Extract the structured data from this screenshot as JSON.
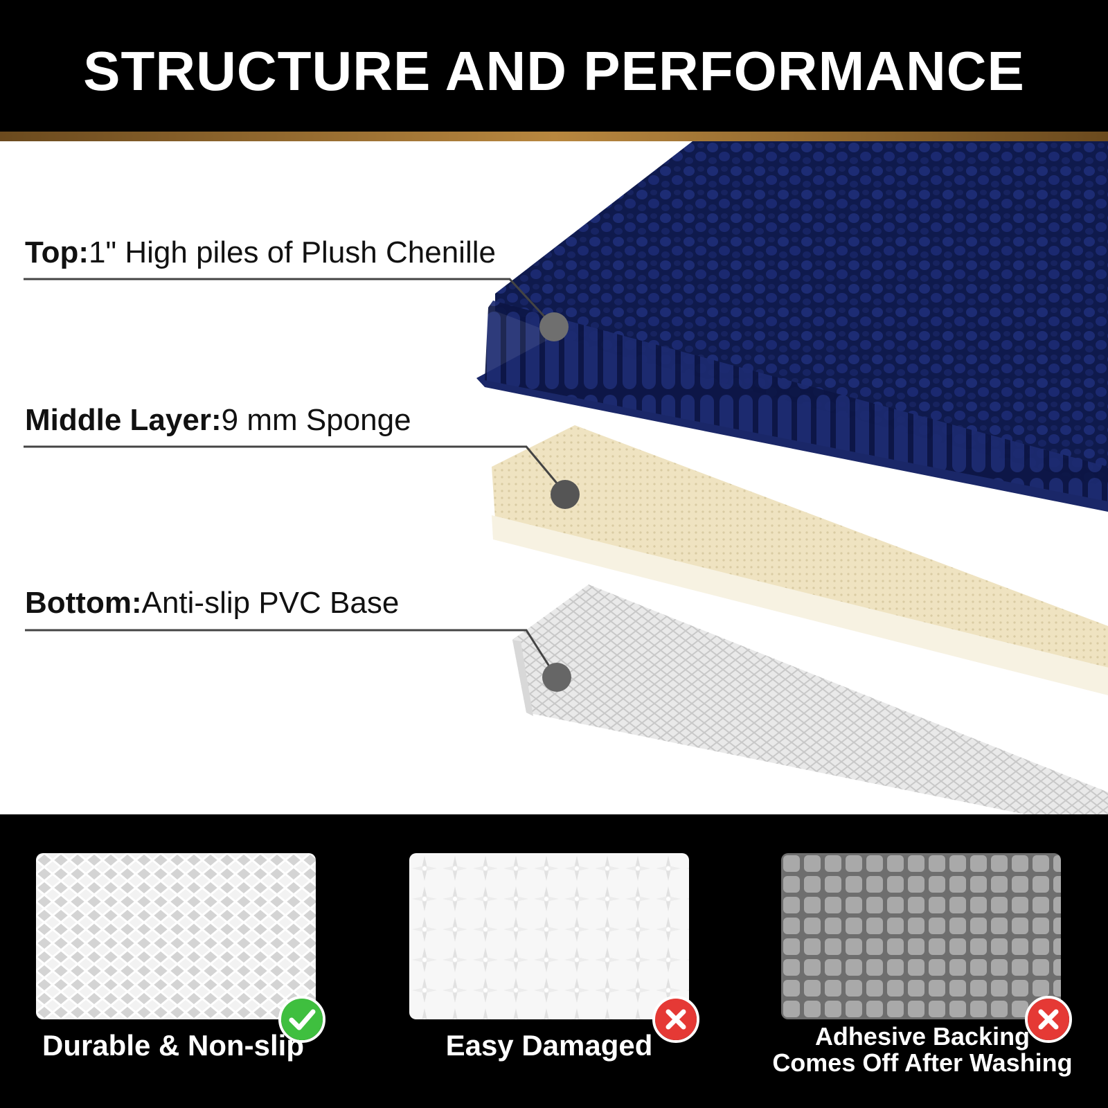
{
  "header": {
    "title": "STRUCTURE AND PERFORMANCE"
  },
  "layers": [
    {
      "bold": "Top:",
      "text": "1\" High piles of Plush Chenille"
    },
    {
      "bold": "Middle Layer:",
      "text": "9 mm Sponge"
    },
    {
      "bold": "Bottom:",
      "text": "Anti-slip PVC Base"
    }
  ],
  "comparisons": [
    {
      "caption_lines": [
        "Durable & Non-slip"
      ],
      "badge_icon": "check-icon",
      "badge_color": "#3fbf3f"
    },
    {
      "caption_lines": [
        "Easy Damaged"
      ],
      "badge_icon": "cross-icon",
      "badge_color": "#e53935"
    },
    {
      "caption_lines": [
        "Adhesive Backing",
        "Comes Off After Washing"
      ],
      "badge_icon": "cross-icon",
      "badge_color": "#e53935"
    }
  ],
  "colors": {
    "navy": "#14215f",
    "sponge": "#efe4c4",
    "pvc": "#e2e2e2",
    "stripe": "#b8873f"
  }
}
